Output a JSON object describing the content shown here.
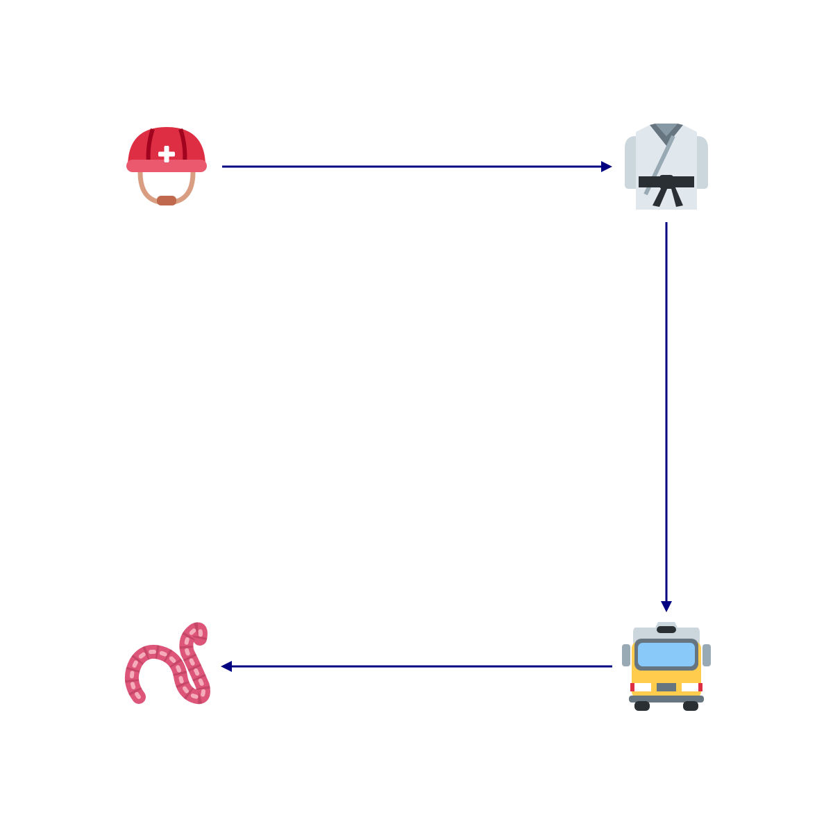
{
  "diagram": {
    "arrow_color": "#000080",
    "nodes": [
      {
        "id": "helmet",
        "icon": "rescue-worker-helmet-icon"
      },
      {
        "id": "uniform",
        "icon": "martial-arts-uniform-icon"
      },
      {
        "id": "bus",
        "icon": "oncoming-bus-icon"
      },
      {
        "id": "worm",
        "icon": "worm-icon"
      }
    ],
    "edges": [
      {
        "from": "helmet",
        "to": "uniform"
      },
      {
        "from": "uniform",
        "to": "bus"
      },
      {
        "from": "bus",
        "to": "worm"
      }
    ]
  }
}
